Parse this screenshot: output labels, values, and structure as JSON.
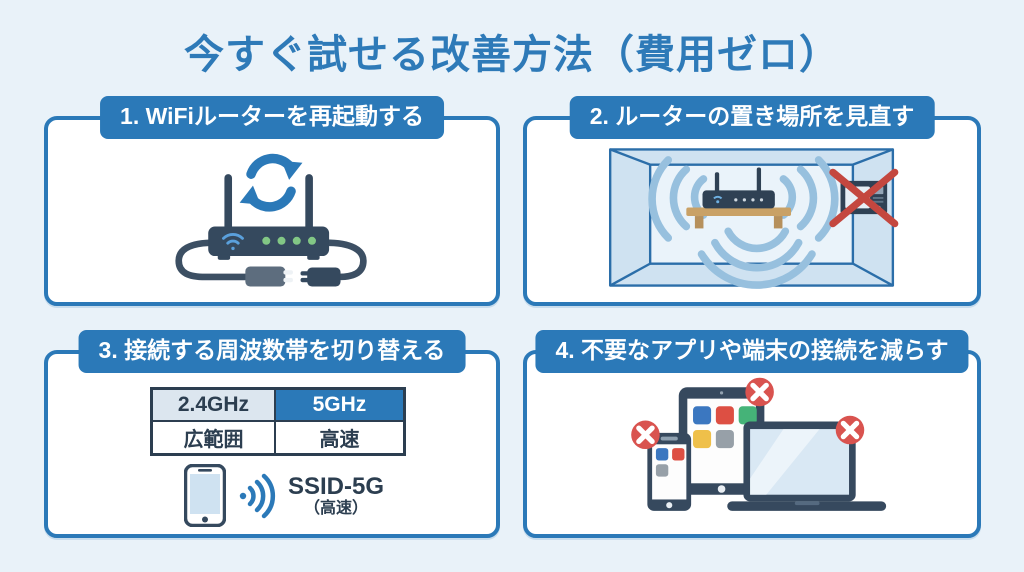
{
  "title": "今すぐ試せる改善方法（費用ゼロ）",
  "colors": {
    "background": "#e9f2f9",
    "primary_blue": "#2b79b8",
    "title_blue": "#2e7ab8",
    "dark_navy": "#35495e",
    "wave_blue": "#97c0de",
    "led_green": "#82c785",
    "alert_red": "#d9534f",
    "cross_red": "#c4473f",
    "wood_brown": "#c9a166",
    "panel_bg": "#ffffff",
    "table_header_bg": "#dce6ef",
    "screen_blue": "#d9e8f4"
  },
  "panels": [
    {
      "title": "1. WiFiルーターを再起動する",
      "illustration": "router-restart"
    },
    {
      "title": "2. ルーターの置き場所を見直す",
      "illustration": "router-on-shelf-room-no-microwave"
    },
    {
      "title": "3. 接続する周波数帯を切り替える",
      "table": {
        "headers": [
          "2.4GHz",
          "5GHz"
        ],
        "cells": [
          "広範囲",
          "高速"
        ]
      },
      "ssid_label": "SSID-5G",
      "ssid_note": "（高速）"
    },
    {
      "title": "4. 不要なアプリや端末の接続を減らす",
      "illustration": "devices-with-x-marks"
    }
  ]
}
